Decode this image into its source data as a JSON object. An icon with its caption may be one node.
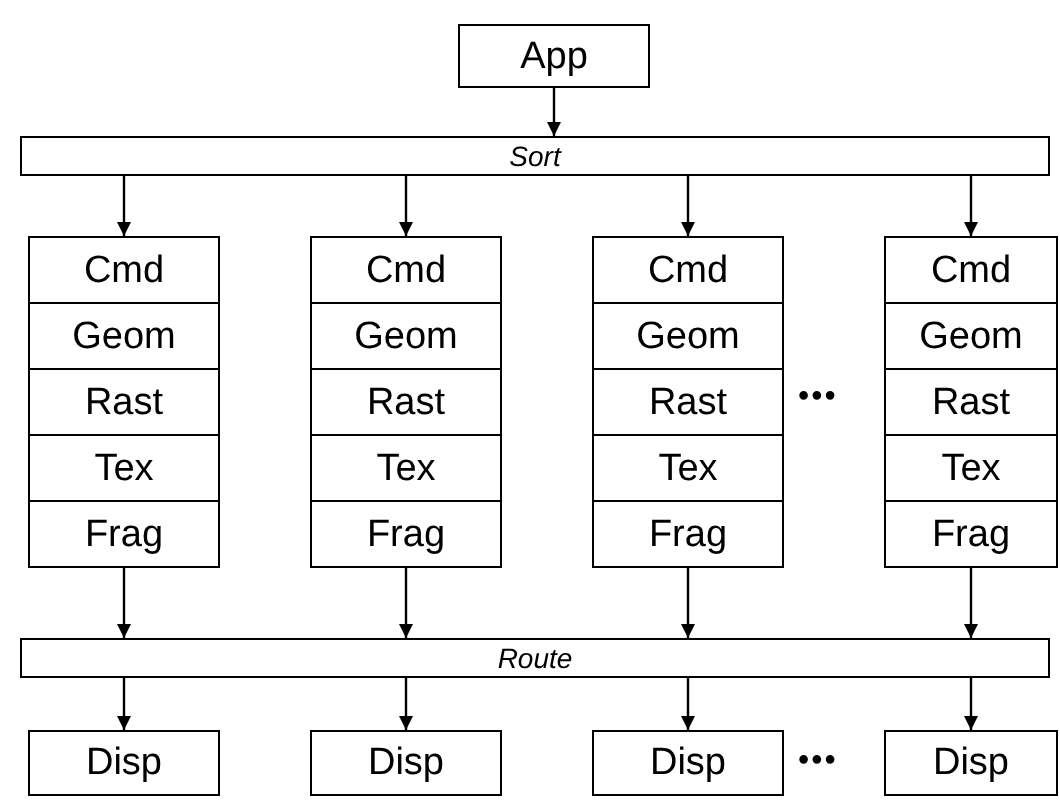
{
  "diagram": {
    "nodes": [
      {
        "text": [
          "App"
        ]
      },
      {
        "text": [
          "Sort"
        ]
      },
      {
        "text": [
          "Cmd"
        ]
      },
      {
        "text": [
          "Geom"
        ]
      },
      {
        "text": [
          "Rast"
        ]
      },
      {
        "text": [
          "Tex"
        ]
      },
      {
        "text": [
          "Frag"
        ]
      },
      {
        "text": [
          "Cmd"
        ]
      },
      {
        "text": [
          "Geom"
        ]
      },
      {
        "text": [
          "Rast"
        ]
      },
      {
        "text": [
          "Tex"
        ]
      },
      {
        "text": [
          "Frag"
        ]
      },
      {
        "text": [
          "Cmd"
        ]
      },
      {
        "text": [
          "Geom"
        ]
      },
      {
        "text": [
          "Rast"
        ]
      },
      {
        "text": [
          "Tex"
        ]
      },
      {
        "text": [
          "Frag"
        ]
      },
      {
        "text": [
          "Cmd"
        ]
      },
      {
        "text": [
          "Geom"
        ]
      },
      {
        "text": [
          "Rast"
        ]
      },
      {
        "text": [
          "Tex"
        ]
      },
      {
        "text": [
          "Frag"
        ]
      },
      {
        "text": [
          "Route"
        ]
      },
      {
        "text": [
          "Disp"
        ]
      },
      {
        "text": [
          "Disp"
        ]
      },
      {
        "text": [
          "Disp"
        ]
      },
      {
        "text": [
          "Disp"
        ]
      }
    ],
    "edges": [
      {
        "from": 0,
        "to": 1,
        "arrow": "to"
      },
      {
        "from": 1,
        "to": 2,
        "arrow": "to"
      },
      {
        "from": 1,
        "to": 7,
        "arrow": "to"
      },
      {
        "from": 1,
        "to": 12,
        "arrow": "to"
      },
      {
        "from": 1,
        "to": 17,
        "arrow": "to"
      },
      {
        "from": 6,
        "to": 22,
        "arrow": "to"
      },
      {
        "from": 11,
        "to": 22,
        "arrow": "to"
      },
      {
        "from": 16,
        "to": 22,
        "arrow": "to"
      },
      {
        "from": 21,
        "to": 22,
        "arrow": "to"
      },
      {
        "from": 22,
        "to": 23,
        "arrow": "to"
      },
      {
        "from": 22,
        "to": 24,
        "arrow": "to"
      },
      {
        "from": 22,
        "to": 25,
        "arrow": "to"
      },
      {
        "from": 22,
        "to": 26,
        "arrow": "to"
      }
    ],
    "labels": [
      "•••",
      "•••"
    ]
  }
}
